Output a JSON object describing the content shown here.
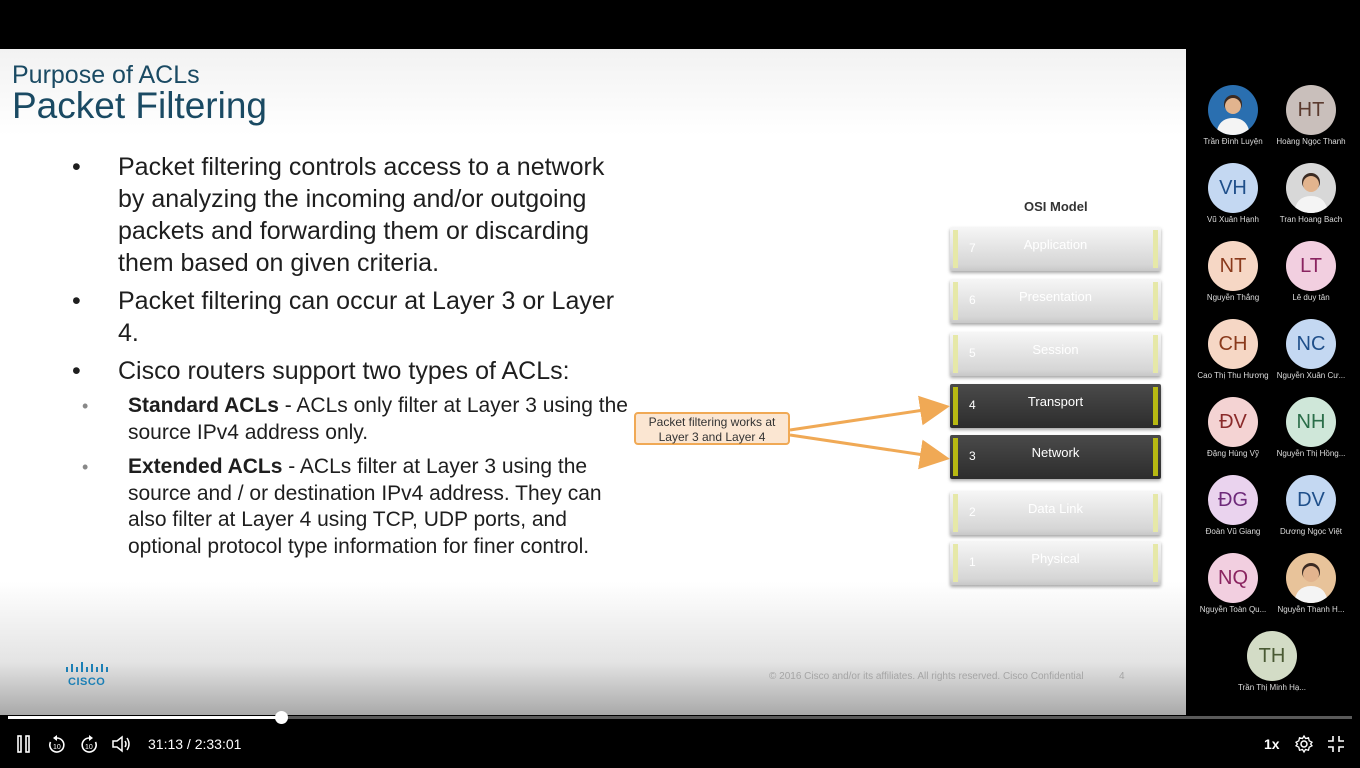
{
  "slide": {
    "kicker": "Purpose of ACLs",
    "title": "Packet Filtering",
    "bullets": {
      "b1": "Packet filtering controls access to a network by analyzing the incoming and/or outgoing packets and forwarding them or discarding them based on given criteria.",
      "b2": "Packet filtering can occur at Layer 3 or Layer 4.",
      "b3": "Cisco routers support two types of ACLs:",
      "s1_bold": "Standard ACLs",
      "s1_text": " - ACLs only filter at Layer 3 using the source IPv4 address only.",
      "s2_bold": "Extended ACLs",
      "s2_text": " - ACLs filter at Layer 3 using the source and / or destination IPv4 address. They can also filter at Layer 4 using TCP, UDP ports, and optional protocol type information for finer control."
    },
    "osi": {
      "title": "OSI Model",
      "layers": [
        {
          "num": "7",
          "name": "Application",
          "highlight": false
        },
        {
          "num": "6",
          "name": "Presentation",
          "highlight": false
        },
        {
          "num": "5",
          "name": "Session",
          "highlight": false
        },
        {
          "num": "4",
          "name": "Transport",
          "highlight": true
        },
        {
          "num": "3",
          "name": "Network",
          "highlight": true
        },
        {
          "num": "2",
          "name": "Data Link",
          "highlight": false
        },
        {
          "num": "1",
          "name": "Physical",
          "highlight": false
        }
      ]
    },
    "callout": "Packet filtering works at Layer 3 and Layer 4",
    "logo": "CISCO",
    "copyright": "© 2016  Cisco and/or its affiliates. All rights reserved.   Cisco Confidential",
    "page": "4"
  },
  "participants": [
    {
      "initials": "",
      "name": "Trần Đình Luyện",
      "photo": true,
      "bg": "#2a6fb0",
      "fg": "#ffffff"
    },
    {
      "initials": "HT",
      "name": "Hoàng Ngọc Thanh",
      "photo": false,
      "bg": "#c9bfbb",
      "fg": "#5a3a2e"
    },
    {
      "initials": "VH",
      "name": "Vũ Xuân Hạnh",
      "photo": false,
      "bg": "#c4d8f2",
      "fg": "#1f4f8a"
    },
    {
      "initials": "",
      "name": "Tran Hoang Bach",
      "photo": true,
      "bg": "#d8d8d8",
      "fg": "#222222"
    },
    {
      "initials": "NT",
      "name": "Nguyễn Thắng",
      "photo": false,
      "bg": "#f6d7c5",
      "fg": "#8a3a1c"
    },
    {
      "initials": "LT",
      "name": "Lê duy tân",
      "photo": false,
      "bg": "#f2cfe0",
      "fg": "#8a2460"
    },
    {
      "initials": "CH",
      "name": "Cao Thị Thu Hương",
      "photo": false,
      "bg": "#f6d7c5",
      "fg": "#8a3a1c"
    },
    {
      "initials": "NC",
      "name": "Nguyễn Xuân Cư...",
      "photo": false,
      "bg": "#c4d8f2",
      "fg": "#1f4f8a"
    },
    {
      "initials": "ĐV",
      "name": "Đặng Hùng Vỹ",
      "photo": false,
      "bg": "#f4d3d3",
      "fg": "#8a2a2a"
    },
    {
      "initials": "NH",
      "name": "Nguyễn Thị Hồng...",
      "photo": false,
      "bg": "#cfe7d9",
      "fg": "#2a6e49"
    },
    {
      "initials": "ĐG",
      "name": "Đoàn Vũ Giang",
      "photo": false,
      "bg": "#ead3ee",
      "fg": "#6e2a7a"
    },
    {
      "initials": "DV",
      "name": "Dương Ngọc Việt",
      "photo": false,
      "bg": "#c4d8f2",
      "fg": "#1f4f8a"
    },
    {
      "initials": "NQ",
      "name": "Nguyễn Toàn Qu...",
      "photo": false,
      "bg": "#f2cfe0",
      "fg": "#8a2460"
    },
    {
      "initials": "",
      "name": "Nguyễn Thanh H...",
      "photo": true,
      "bg": "#e8c39a",
      "fg": "#222222"
    },
    {
      "initials": "TH",
      "name": "Trần Thị Minh Hạ...",
      "photo": false,
      "bg": "#d3dcc6",
      "fg": "#4a5a34"
    }
  ],
  "player": {
    "current_time": "31:13",
    "total_time": "2:33:01",
    "progress_fraction": 0.2034,
    "speed": "1x"
  }
}
